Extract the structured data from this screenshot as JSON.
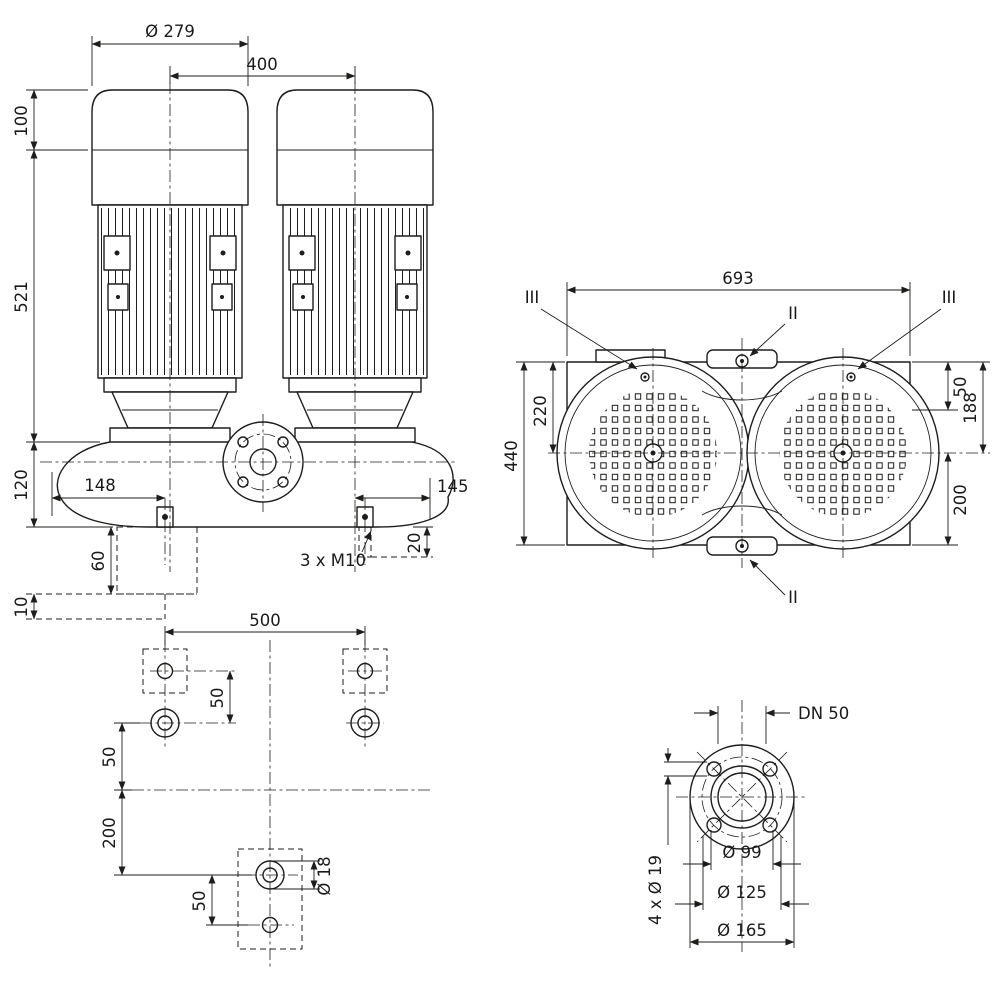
{
  "front": {
    "d279": "Ø 279",
    "w400": "400",
    "h100": "100",
    "h521": "521",
    "h120": "120",
    "w148": "148",
    "w145": "145",
    "h60": "60",
    "h10": "10",
    "h20": "20",
    "bolt_note": "3 x M10"
  },
  "top": {
    "w693": "693",
    "h220": "220",
    "h440": "440",
    "h50": "50",
    "h188": "188",
    "h200": "200",
    "section_left": "III",
    "section_right": "III",
    "section_top": "II",
    "section_bottom": "II"
  },
  "foundation": {
    "w500": "500",
    "pair50": "50",
    "left50": "50",
    "h200": "200",
    "bottom50": "50",
    "d18": "Ø 18"
  },
  "flange": {
    "dn": "DN 50",
    "d99": "Ø 99",
    "d125": "Ø 125",
    "d165": "Ø 165",
    "holes": "4 x Ø 19"
  },
  "colors": {
    "line": "#1d1d1b",
    "background": "#ffffff"
  }
}
